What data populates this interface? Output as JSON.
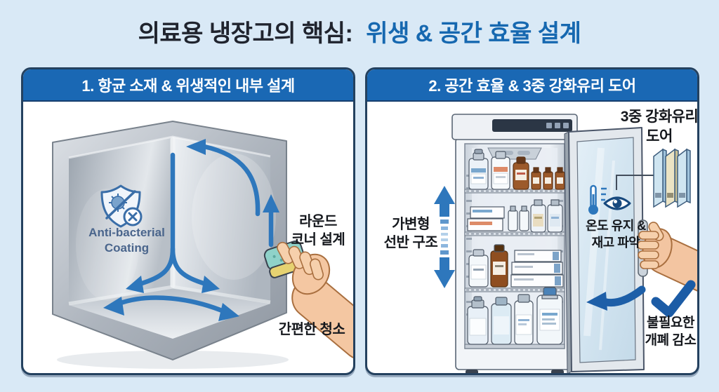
{
  "title": {
    "prefix": "의료용 냉장고의 핵심:",
    "highlight": "위생 & 공간 효율 설계"
  },
  "left_panel": {
    "header": "1. 항균 소재 & 위생적인 내부 설계",
    "coating": {
      "line1": "Anti-bacterial",
      "line2": "Coating"
    },
    "round_corner": {
      "line1": "라운드",
      "line2": "코너 설계"
    },
    "easy_clean": "간편한 청소"
  },
  "right_panel": {
    "header": "2. 공간 효율 & 3중 강화유리 도어",
    "glass_door": {
      "line1": "3중 강화유리",
      "line2": "도어"
    },
    "shelf": {
      "line1": "가변형",
      "line2": "선반 구조"
    },
    "temp": {
      "line1": "온도 유지 &",
      "line2": "재고 파악"
    },
    "reduce_open": {
      "line1": "불필요한",
      "line2": "개폐 감소"
    }
  },
  "colors": {
    "page_bg": "#d9e9f6",
    "panel_border": "#24415f",
    "header_bg": "#1a68b4",
    "header_text": "#ffffff",
    "title_dark": "#20242e",
    "title_blue": "#1668b0",
    "accent_blue": "#2e77bc",
    "check_blue": "#1c5ca6",
    "label_text": "#15181d",
    "coating_text": "#4a658c"
  }
}
